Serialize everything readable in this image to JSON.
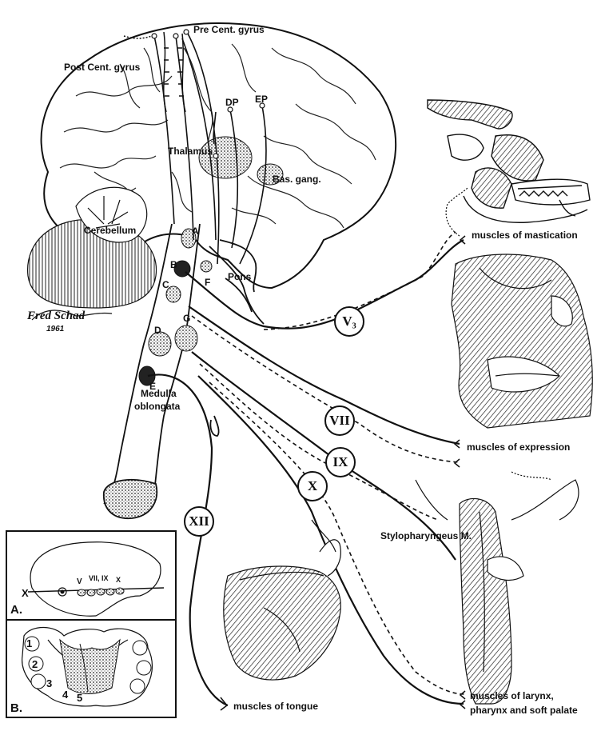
{
  "brain_labels": {
    "pre_cent_gyrus": "Pre Cent. gyrus",
    "post_cent_gyrus": "Post Cent. gyrus",
    "dp": "DP",
    "ep": "EP",
    "thalamus": "Thalamus",
    "bas_gang": "Bas. gang.",
    "cerebellum": "Cerebellum",
    "pons": "Pons",
    "medulla": "Medulla",
    "oblongata": "oblongata"
  },
  "nuclei": [
    "A",
    "B",
    "C",
    "D",
    "E",
    "F",
    "G"
  ],
  "signature": {
    "name": "Fred Schad",
    "year": "1961"
  },
  "nerves": {
    "v3": "V₃",
    "vii": "VII",
    "ix": "IX",
    "x": "X",
    "xii": "XII"
  },
  "muscle_labels": {
    "mastication": "muscles of mastication",
    "expression": "muscles of expression",
    "stylopharyngeus": "Stylopharyngeus M.",
    "tongue": "muscles of tongue",
    "larynx_line1": "muscles of larynx,",
    "larynx_line2": "pharynx and soft palate"
  },
  "inset_a": {
    "letter": "A.",
    "x": "X",
    "v": "V",
    "vii_ix": "VII, IX",
    "x_small": "X"
  },
  "inset_b": {
    "letter": "B.",
    "numbers": [
      "1",
      "2",
      "3",
      "4",
      "5"
    ]
  }
}
